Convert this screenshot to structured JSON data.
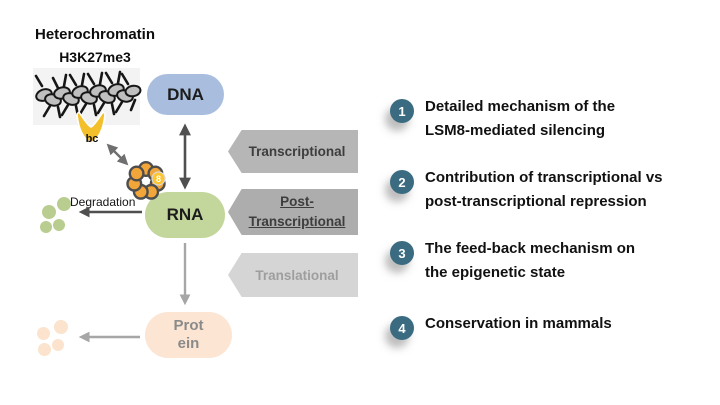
{
  "diagram": {
    "title_line1": "Heterochromatin",
    "title_line2": "H3K27me3",
    "reader_label": "bc",
    "lsm_badge": "8",
    "degradation_label": "Degradation",
    "nodes": {
      "dna": "DNA",
      "rna": "RNA",
      "protein_line1": "Prot",
      "protein_line2": "ein"
    },
    "tags": [
      {
        "line1": "Transcriptional",
        "line2": ""
      },
      {
        "line1": "Post-",
        "line2": "Transcriptional"
      },
      {
        "line1": "Translational",
        "line2": ""
      }
    ]
  },
  "questions": [
    {
      "num": "1",
      "line1": "Detailed mechanism of the",
      "line2": "LSM8-mediated silencing"
    },
    {
      "num": "2",
      "line1": "Contribution of transcriptional vs",
      "line2": "post-transcriptional  repression"
    },
    {
      "num": "3",
      "line1": "The feed-back mechanism on",
      "line2": "the epigenetic state"
    },
    {
      "num": "4",
      "line1": "Conservation in mammals",
      "line2": ""
    }
  ],
  "colors": {
    "dna_fill": "#a9bede",
    "rna_fill": "#c3d69b",
    "protein_fill": "#fce5d3",
    "tag_gray": "#b6b6b6",
    "tag_dark_gray": "#adadad",
    "tag_light_gray": "#d5d5d5",
    "number_circle": "#3a6b80",
    "lsm_ring_orange": "#f2a63a",
    "badge_yellow": "#fec52e",
    "reader_yellow": "#f3c02c",
    "dark_arrow": "#4f4f4f",
    "light_arrow": "#a6a6a6"
  }
}
